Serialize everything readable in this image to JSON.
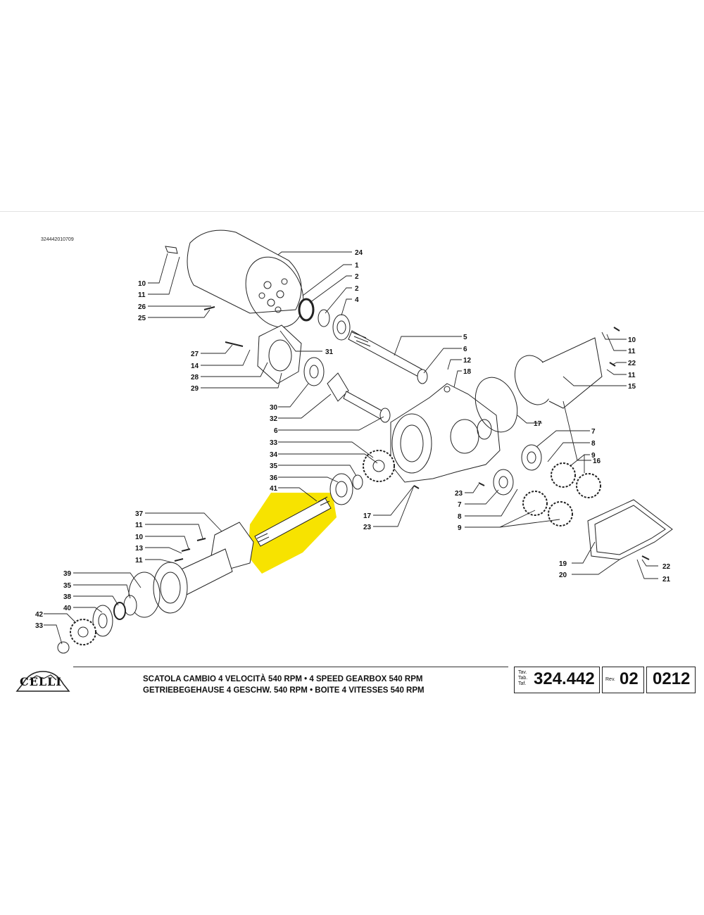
{
  "document": {
    "code": "324442010709",
    "logo_text": "CELLI"
  },
  "title": {
    "line1": "SCATOLA CAMBIO 4 VELOCITÀ 540 RPM • 4 SPEED GEARBOX 540 RPM",
    "line2": "GETRIEBEGEHAUSE 4 GESCHW. 540 RPM • BOITE 4 VITESSES 540 RPM"
  },
  "table_box": {
    "labels": [
      "Tav.",
      "Tab.",
      "Taf."
    ],
    "number": "324.442",
    "rev_label": "Rev.",
    "rev_number": "02",
    "code": "0212"
  },
  "highlight": {
    "part": "41",
    "color": "#f7e300"
  },
  "callouts": [
    {
      "label": "10"
    },
    {
      "label": "11"
    },
    {
      "label": "26"
    },
    {
      "label": "25"
    },
    {
      "label": "24"
    },
    {
      "label": "1"
    },
    {
      "label": "2"
    },
    {
      "label": "2"
    },
    {
      "label": "4"
    },
    {
      "label": "31"
    },
    {
      "label": "27"
    },
    {
      "label": "14"
    },
    {
      "label": "28"
    },
    {
      "label": "29"
    },
    {
      "label": "5"
    },
    {
      "label": "6"
    },
    {
      "label": "12"
    },
    {
      "label": "18"
    },
    {
      "label": "30"
    },
    {
      "label": "32"
    },
    {
      "label": "6"
    },
    {
      "label": "33"
    },
    {
      "label": "34"
    },
    {
      "label": "35"
    },
    {
      "label": "36"
    },
    {
      "label": "41"
    },
    {
      "label": "17"
    },
    {
      "label": "23"
    },
    {
      "label": "10"
    },
    {
      "label": "11"
    },
    {
      "label": "22"
    },
    {
      "label": "11"
    },
    {
      "label": "15"
    },
    {
      "label": "16"
    },
    {
      "label": "17"
    },
    {
      "label": "7"
    },
    {
      "label": "8"
    },
    {
      "label": "9"
    },
    {
      "label": "23"
    },
    {
      "label": "7"
    },
    {
      "label": "8"
    },
    {
      "label": "9"
    },
    {
      "label": "19"
    },
    {
      "label": "20"
    },
    {
      "label": "22"
    },
    {
      "label": "21"
    },
    {
      "label": "37"
    },
    {
      "label": "11"
    },
    {
      "label": "10"
    },
    {
      "label": "13"
    },
    {
      "label": "11"
    },
    {
      "label": "39"
    },
    {
      "label": "35"
    },
    {
      "label": "38"
    },
    {
      "label": "40"
    },
    {
      "label": "42"
    },
    {
      "label": "33"
    }
  ]
}
